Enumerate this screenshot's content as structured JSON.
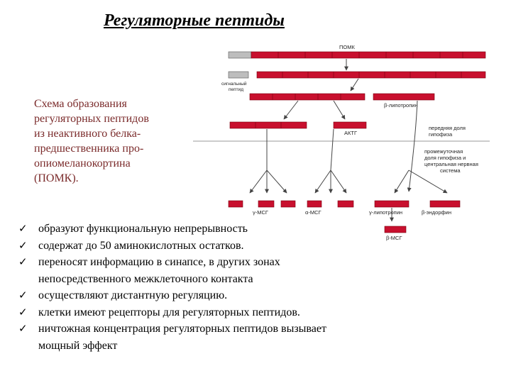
{
  "title": "Регуляторные пептиды",
  "caption_lines": [
    "Схема образования",
    "регуляторных пептидов",
    "из неактивного белка-",
    "предшественника про-",
    "опиомеланокортина",
    "(ПОМК)."
  ],
  "diagram": {
    "labels": {
      "pomk": "ПОМК",
      "signal_peptide": [
        "сигнальный",
        "пептид"
      ],
      "beta_lipotropin": "β-липотропин",
      "actg": "АКТГ",
      "anterior_pituitary": [
        "передняя доля",
        "гипофиза"
      ],
      "intermediate_lobe": [
        "промежуточная",
        "доля гипофиза и",
        "центральная нервная",
        "система"
      ],
      "gamma_msg": "γ-МСГ",
      "alpha_msg": "α-МСГ",
      "gamma_lipotropin": "γ-липотропин",
      "beta_endorphin": "β-эндорфин",
      "beta_msg": "β-МСГ"
    },
    "colors": {
      "segment": "#c8102e",
      "segment_gray": "#bdbdbd",
      "arrow": "#444444",
      "divider": "#9a9a9a"
    }
  },
  "bullets": [
    {
      "check": "✓",
      "lines": [
        "образуют функциональную непрерывность"
      ]
    },
    {
      "check": "✓",
      "lines": [
        "содержат до 50 аминокислотных остатков."
      ]
    },
    {
      "check": "✓",
      "lines": [
        "переносят информацию в синапсе, в других зонах",
        "непосредственного межклеточного контакта"
      ]
    },
    {
      "check": "✓",
      "lines": [
        "осуществляют дистантную регуляцию."
      ]
    },
    {
      "check": "✓",
      "lines": [
        "клетки имеют рецепторы для регуляторных пептидов."
      ]
    },
    {
      "check": "✓",
      "lines": [
        "ничтожная концентрация регуляторных пептидов вызывает",
        "мощный эффект"
      ]
    }
  ]
}
